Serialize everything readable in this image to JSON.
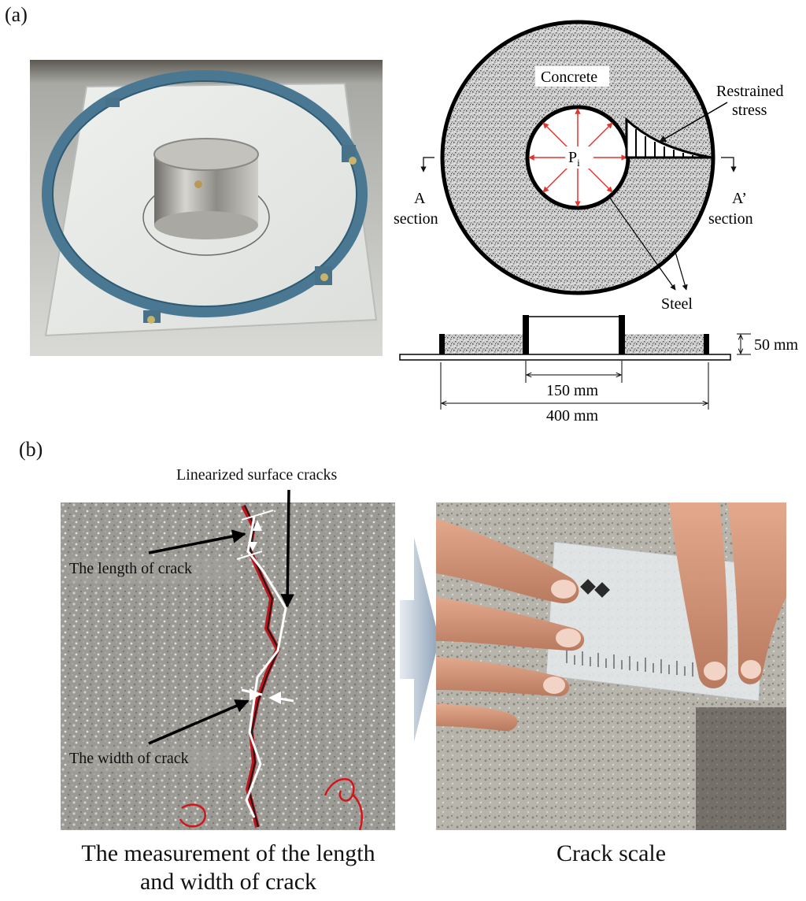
{
  "panel_a": {
    "label": "(a)",
    "diagram": {
      "concrete_label": "Concrete",
      "restrained_label_line1": "Restrained",
      "restrained_label_line2": "stress",
      "pressure_symbol": "P",
      "pressure_subscript": "i",
      "section_a_line1": "A",
      "section_a_line2": "section",
      "section_a2_line1": "A’",
      "section_a2_line2": "section",
      "steel_label": "Steel",
      "dim_height": "50 mm",
      "dim_inner": "150 mm",
      "dim_outer": "400 mm"
    }
  },
  "panel_b": {
    "label": "(b)",
    "callout_linearized": "Linearized surface cracks",
    "callout_length": "The length of crack",
    "callout_width": "The width of crack",
    "caption_left_line1": "The measurement of the length",
    "caption_left_line2": "and width of crack",
    "caption_right": "Crack scale"
  }
}
